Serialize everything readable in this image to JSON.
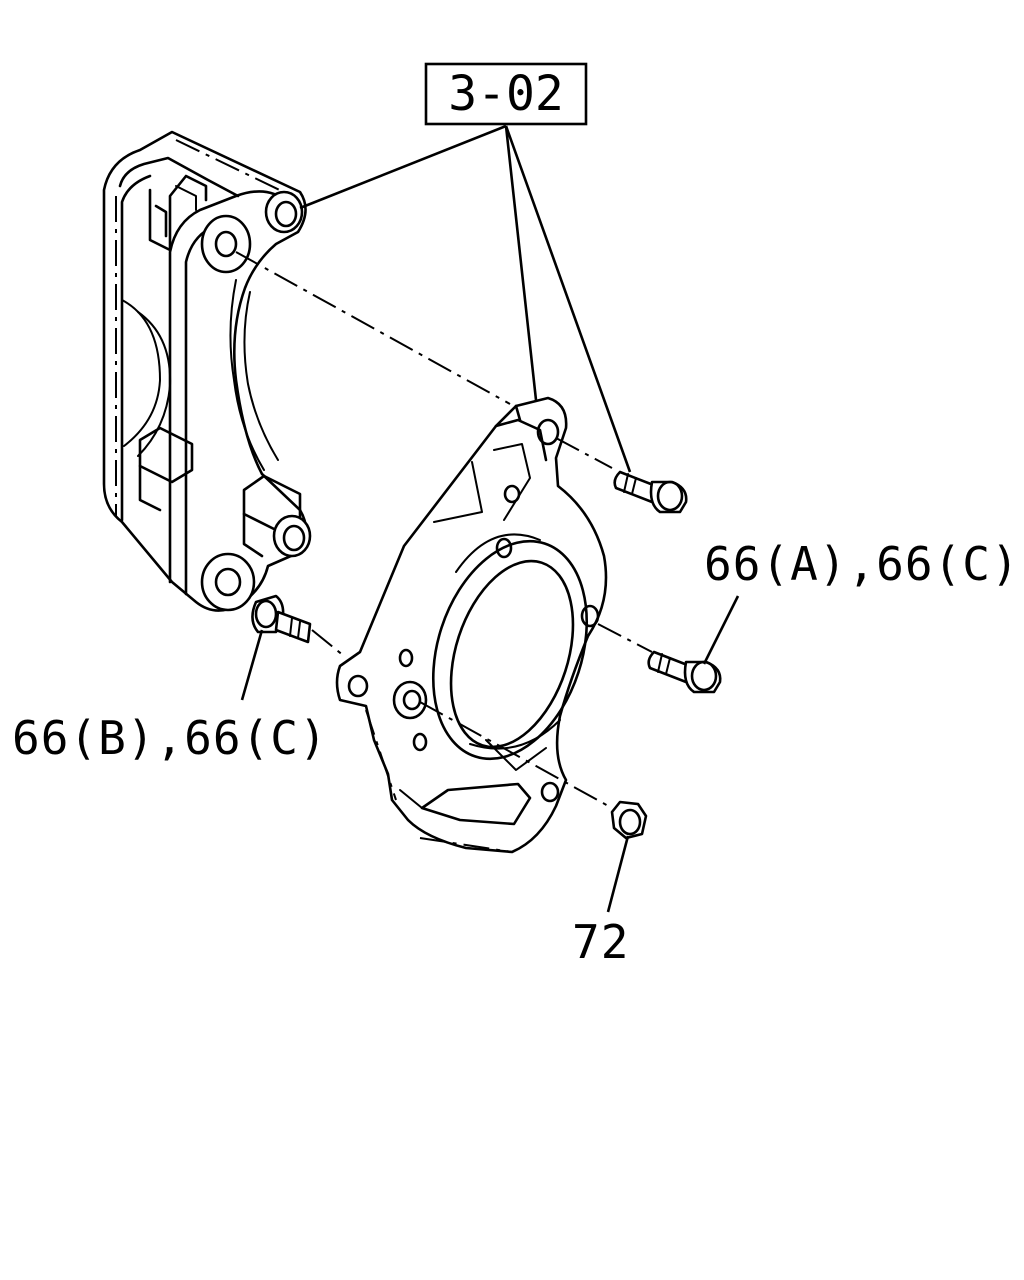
{
  "diagram": {
    "ref_box_label": "3-02",
    "labels": {
      "bolt_upper_right": "66(A),66(C)",
      "bolt_left": "66(B),66(C)",
      "nut": "72"
    }
  }
}
